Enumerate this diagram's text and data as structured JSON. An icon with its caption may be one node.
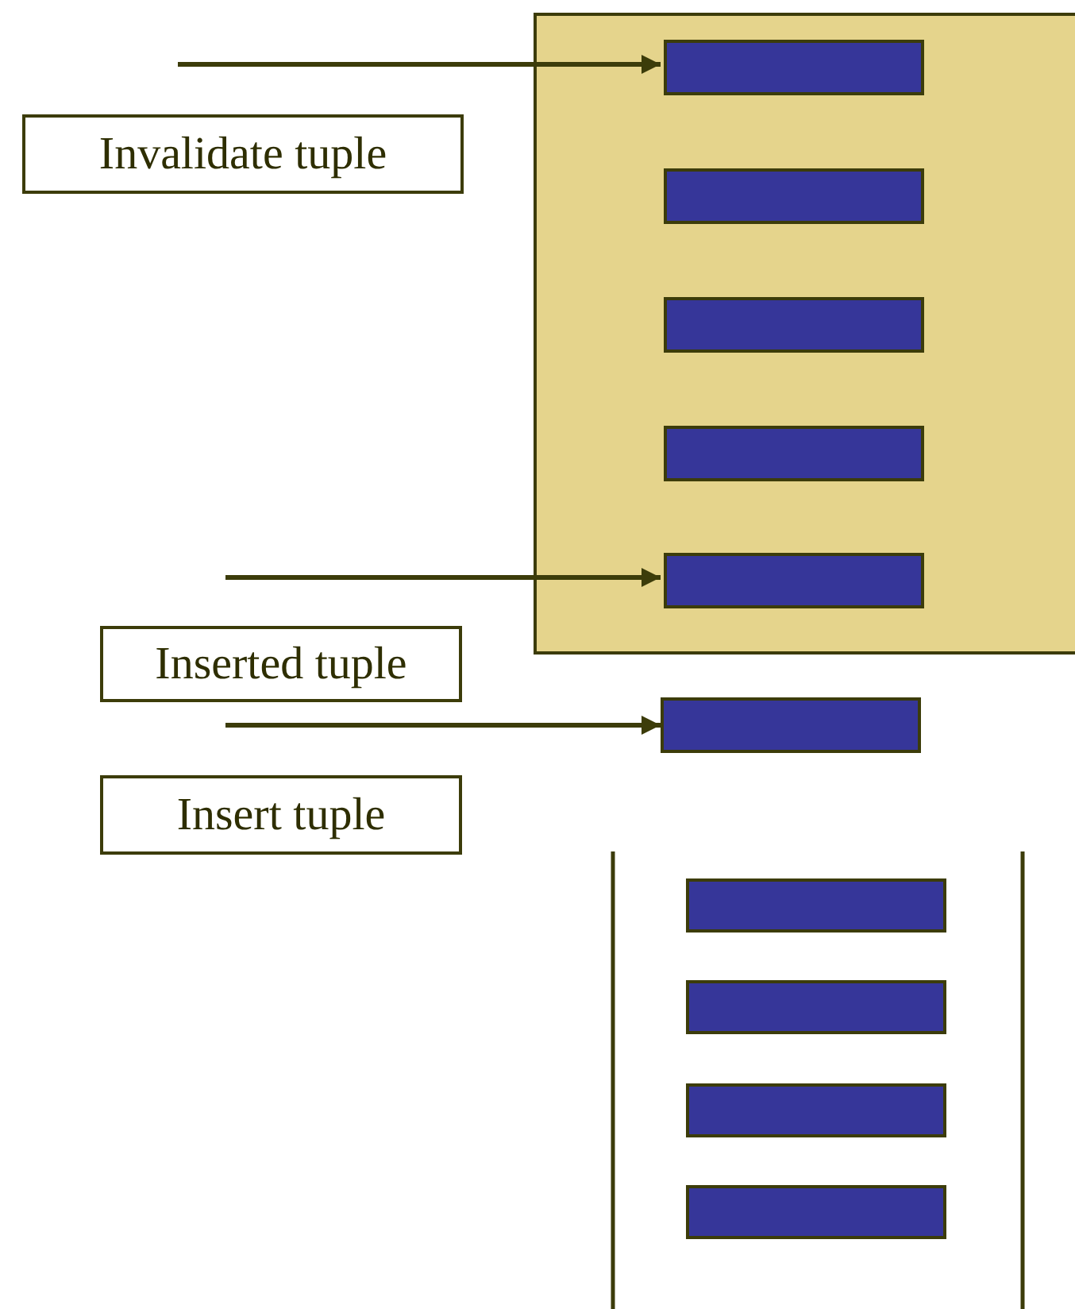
{
  "diagram": {
    "nodes": [
      {
        "text": [],
        "shape": "box"
      },
      {
        "text": [],
        "shape": "bar",
        "in": 0
      },
      {
        "text": [],
        "shape": "bar",
        "in": 0
      },
      {
        "text": [],
        "shape": "bar",
        "in": 0
      },
      {
        "text": [],
        "shape": "bar",
        "in": 0
      },
      {
        "text": [],
        "shape": "bar",
        "in": 0
      },
      {
        "text": [
          "Invalidate tuple"
        ]
      },
      {
        "text": [
          "Inserted tuple"
        ]
      },
      {
        "text": [],
        "shape": "bar"
      },
      {
        "text": [
          "Insert tuple"
        ]
      },
      {
        "text": [],
        "shape": "bar"
      },
      {
        "text": [],
        "shape": "bar"
      },
      {
        "text": [],
        "shape": "bar"
      },
      {
        "text": [],
        "shape": "bar"
      }
    ],
    "edges": [
      {
        "from": null,
        "to": 1,
        "arrow": "to"
      },
      {
        "from": null,
        "to": 5,
        "arrow": "to"
      },
      {
        "from": null,
        "to": 8,
        "arrow": "to"
      }
    ]
  }
}
